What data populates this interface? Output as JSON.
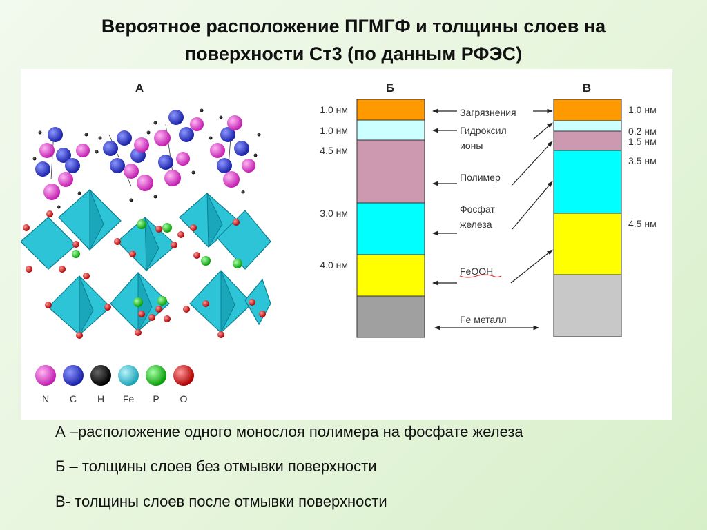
{
  "title": {
    "line1": "Вероятное расположение ПГМГФ и толщины слоев на",
    "line2": "поверхности Ст3 (по данным РФЭС)"
  },
  "panels": {
    "a": "А",
    "b": "Б",
    "v": "В"
  },
  "legend": [
    {
      "label": "N",
      "color": "#e33ad2"
    },
    {
      "label": "C",
      "color": "#2b3ad8"
    },
    {
      "label": "H",
      "color": "#111111"
    },
    {
      "label": "Fe",
      "color": "#37c7dc"
    },
    {
      "label": "P",
      "color": "#22cc22"
    },
    {
      "label": "O",
      "color": "#e01818"
    }
  ],
  "layers": [
    {
      "name": "Загрязнения",
      "color": "#ff9900",
      "b_label": "1.0 нм",
      "b_value": 1.0,
      "v_label": "1.0 нм",
      "v_value": 1.0
    },
    {
      "name": "Гидроксил ионы",
      "color": "#ccffff",
      "b_label": "1.0 нм",
      "b_value": 1.0,
      "v_label": "0.2 нм",
      "v_value": 0.2
    },
    {
      "name": "Полимер",
      "color": "#cc99b0",
      "b_label": "4.5 нм",
      "b_value": 4.5,
      "v_label": "1.5 нм",
      "v_value": 1.5
    },
    {
      "name": "Фосфат железа",
      "color": "#00ffff",
      "b_label": "3.0 нм",
      "b_value": 3.0,
      "v_label": "3.5 нм",
      "v_value": 3.5
    },
    {
      "name": "FeOOH",
      "color": "#ffff00",
      "b_label": "4.0 нм",
      "b_value": 4.0,
      "v_label": "4.5 нм",
      "v_value": 4.5
    },
    {
      "name": "Fe металл",
      "color": "#a0a0a0",
      "v_color": "#c8c8c8",
      "b_label": "",
      "v_label": ""
    }
  ],
  "middle_labels": {
    "contaminants": "Загрязнения",
    "hydroxyl_1": "Гидроксил",
    "hydroxyl_2": "ионы",
    "polymer": "Полимер",
    "phosphate_1": "Фосфат",
    "phosphate_2": "железа",
    "feooh": "FeOOH",
    "fe_metal": "Fe металл"
  },
  "captions": {
    "a": "А –расположение одного монослоя полимера на фосфате железа",
    "b": "Б – толщины слоев без отмывки поверхности",
    "v": "В- толщины слоев после отмывки поверхности"
  }
}
